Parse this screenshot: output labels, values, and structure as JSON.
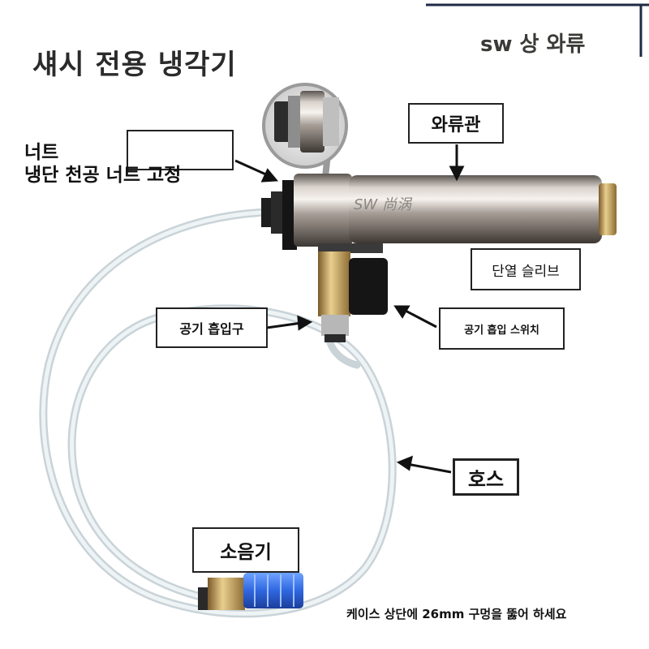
{
  "title": "섀시 전용 냉각기",
  "brand": "sw 상 와류",
  "labels": {
    "nut_line1": "너트",
    "nut_line2": "냉단 천공 너트 고정",
    "vortex_tube": "와류관",
    "insulation_sleeve": "단열 슬리브",
    "air_intake": "공기 흡입구",
    "air_intake_switch": "공기 흡입 스위치",
    "hose": "호스",
    "muffler": "소음기"
  },
  "watermark": "SW 尚涡",
  "footnote": "케이스 상단에 26mm 구멍을 뚫어 하세요"
}
